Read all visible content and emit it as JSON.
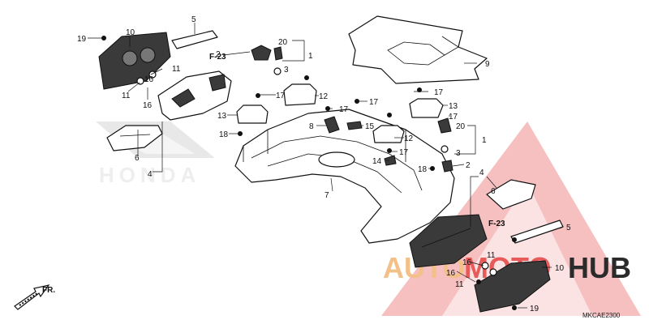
{
  "diagram": {
    "code": "MKCAE2300",
    "direction_label": "FR.",
    "brand_mark": "HONDA",
    "watermark": {
      "part_a": "AUTO",
      "part_b": "MOTO",
      "part_c": "HUB",
      "color_a": "#f4c08a",
      "color_b": "#e85a5a",
      "color_c": "#2b2b2b"
    },
    "references": [
      "F-23",
      "F-23"
    ],
    "callouts": [
      "19",
      "10",
      "5",
      "2",
      "20",
      "1",
      "3",
      "11",
      "16",
      "11",
      "16",
      "6",
      "4",
      "17",
      "12",
      "13",
      "17",
      "18",
      "17",
      "17",
      "8",
      "15",
      "12",
      "17",
      "13",
      "20",
      "1",
      "3",
      "14",
      "18",
      "2",
      "17",
      "7",
      "4",
      "6",
      "5",
      "9",
      "16",
      "11",
      "10",
      "16",
      "11",
      "19"
    ]
  }
}
